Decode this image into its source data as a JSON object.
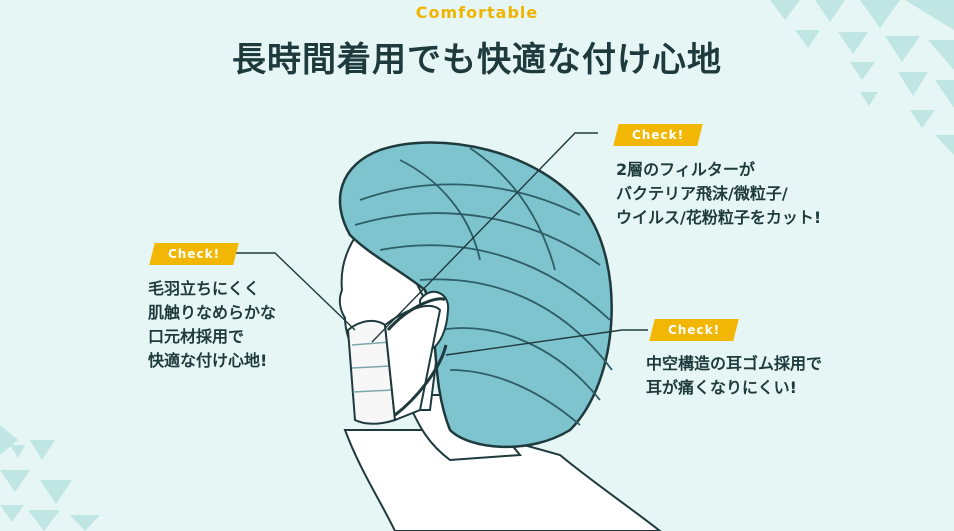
{
  "header": {
    "eyebrow": "Comfortable",
    "title": "長時間着用でも快適な付け心地"
  },
  "callouts": [
    {
      "badge": "Check!",
      "lines": [
        "2層のフィルターが",
        "バクテリア飛沫/微粒子/",
        "ウイルス/花粉粒子をカット!"
      ]
    },
    {
      "badge": "Check!",
      "lines": [
        "毛羽立ちにくく",
        "肌触りなめらかな",
        "口元材採用で",
        "快適な付け心地!"
      ]
    },
    {
      "badge": "Check!",
      "lines": [
        "中空構造の耳ゴム採用で",
        "耳が痛くなりにくい!"
      ]
    }
  ],
  "colors": {
    "background": "#e6f6f4",
    "accent": "#f2b705",
    "cap": "#7ec4cf",
    "text": "#1f3a3c"
  }
}
